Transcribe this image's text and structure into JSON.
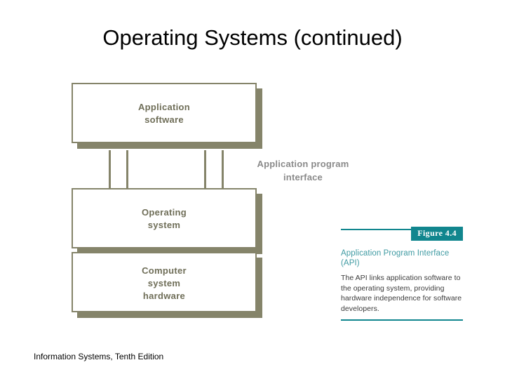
{
  "slide": {
    "title": "Operating Systems (continued)",
    "footer": "Information Systems, Tenth Edition"
  },
  "diagram": {
    "layers": [
      {
        "id": "application-software",
        "line1": "Application",
        "line2": "software",
        "line3": ""
      },
      {
        "id": "operating-system",
        "line1": "Operating",
        "line2": "system",
        "line3": ""
      },
      {
        "id": "computer-system-hardware",
        "line1": "Computer",
        "line2": "system",
        "line3": "hardware"
      }
    ],
    "api_label_line1": "Application program",
    "api_label_line2": "interface",
    "box_color": "#85846a",
    "label_color": "#6f6e58",
    "api_label_color": "#8a8a8a"
  },
  "caption": {
    "figure_badge": "Figure 4.4",
    "title_line1": "Application Program Interface",
    "title_line2": "(API)",
    "body": "The API links application software to the operating system, providing hardware independence for software developers.",
    "accent_color": "#11868e",
    "title_color": "#3e9aa2"
  }
}
